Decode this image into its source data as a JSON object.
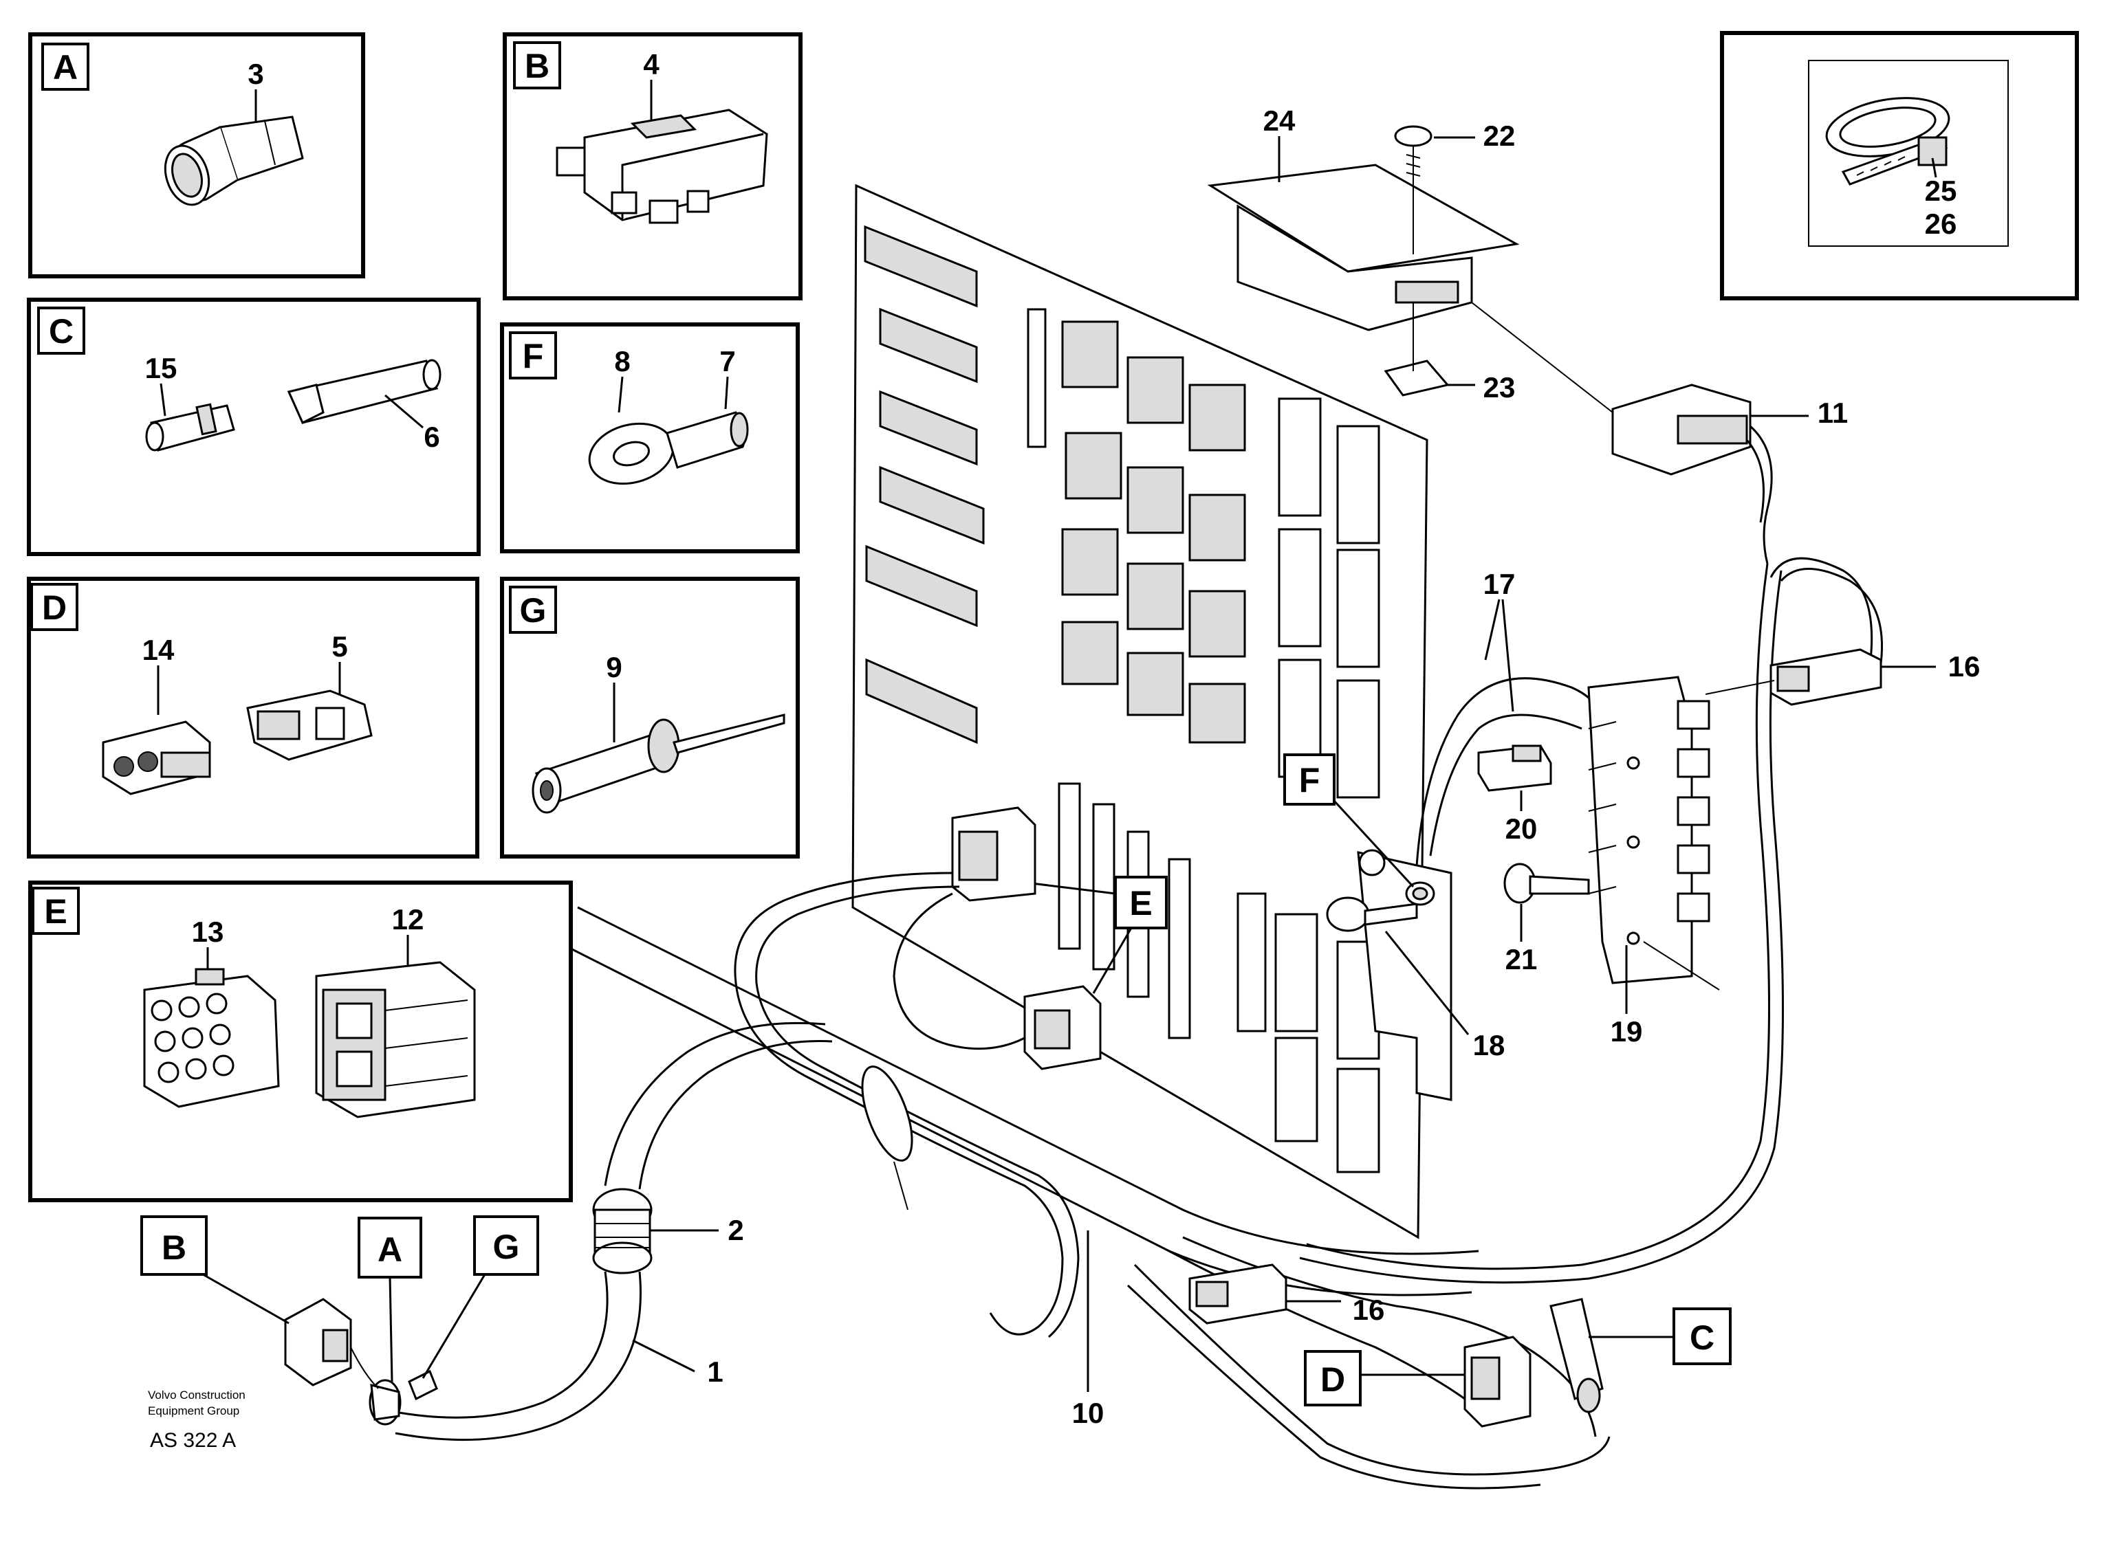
{
  "insets": [
    {
      "letter": "A",
      "parts": [
        "3"
      ],
      "icon": "rubber-sleeve-icon"
    },
    {
      "letter": "B",
      "parts": [
        "4"
      ],
      "icon": "connector-housing-icon"
    },
    {
      "letter": "C",
      "parts": [
        "15",
        "6"
      ],
      "icon": "pin-terminal-icon"
    },
    {
      "letter": "F",
      "parts": [
        "8",
        "7"
      ],
      "icon": "ring-terminal-icon"
    },
    {
      "letter": "D",
      "parts": [
        "14",
        "5"
      ],
      "icon": "two-pole-connector-icon"
    },
    {
      "letter": "G",
      "parts": [
        "9"
      ],
      "icon": "cable-plug-icon"
    },
    {
      "letter": "E",
      "parts": [
        "13",
        "12"
      ],
      "icon": "multi-pin-connector-icon"
    },
    {
      "letter": "",
      "parts": [
        "25",
        "26"
      ],
      "icon": "cable-tie-icon"
    }
  ],
  "callouts": [
    "24",
    "22",
    "23",
    "11",
    "17",
    "16",
    "20",
    "21",
    "19",
    "18",
    "2",
    "1",
    "10",
    "16"
  ],
  "letter_tags": [
    "F",
    "E",
    "B",
    "A",
    "G",
    "D",
    "C"
  ],
  "footer": {
    "company_line1": "Volvo Construction",
    "company_line2": "Equipment Group",
    "code": "AS 322 A"
  }
}
